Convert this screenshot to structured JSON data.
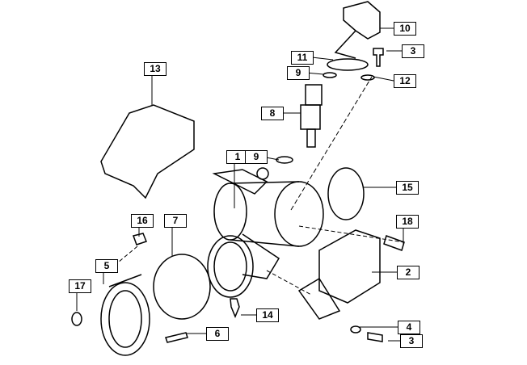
{
  "callouts": [
    {
      "id": "c10",
      "text": "10"
    },
    {
      "id": "c3a",
      "text": "3"
    },
    {
      "id": "c11",
      "text": "11"
    },
    {
      "id": "c9a",
      "text": "9"
    },
    {
      "id": "c12",
      "text": "12"
    },
    {
      "id": "c13",
      "text": "13"
    },
    {
      "id": "c8",
      "text": "8"
    },
    {
      "id": "c1",
      "text": "1"
    },
    {
      "id": "c9b",
      "text": "9"
    },
    {
      "id": "c15",
      "text": "15"
    },
    {
      "id": "c16",
      "text": "16"
    },
    {
      "id": "c7",
      "text": "7"
    },
    {
      "id": "c18",
      "text": "18"
    },
    {
      "id": "c5",
      "text": "5"
    },
    {
      "id": "c2",
      "text": "2"
    },
    {
      "id": "c17",
      "text": "17"
    },
    {
      "id": "c14",
      "text": "14"
    },
    {
      "id": "c4",
      "text": "4"
    },
    {
      "id": "c6",
      "text": "6"
    },
    {
      "id": "c3b",
      "text": "3"
    }
  ]
}
